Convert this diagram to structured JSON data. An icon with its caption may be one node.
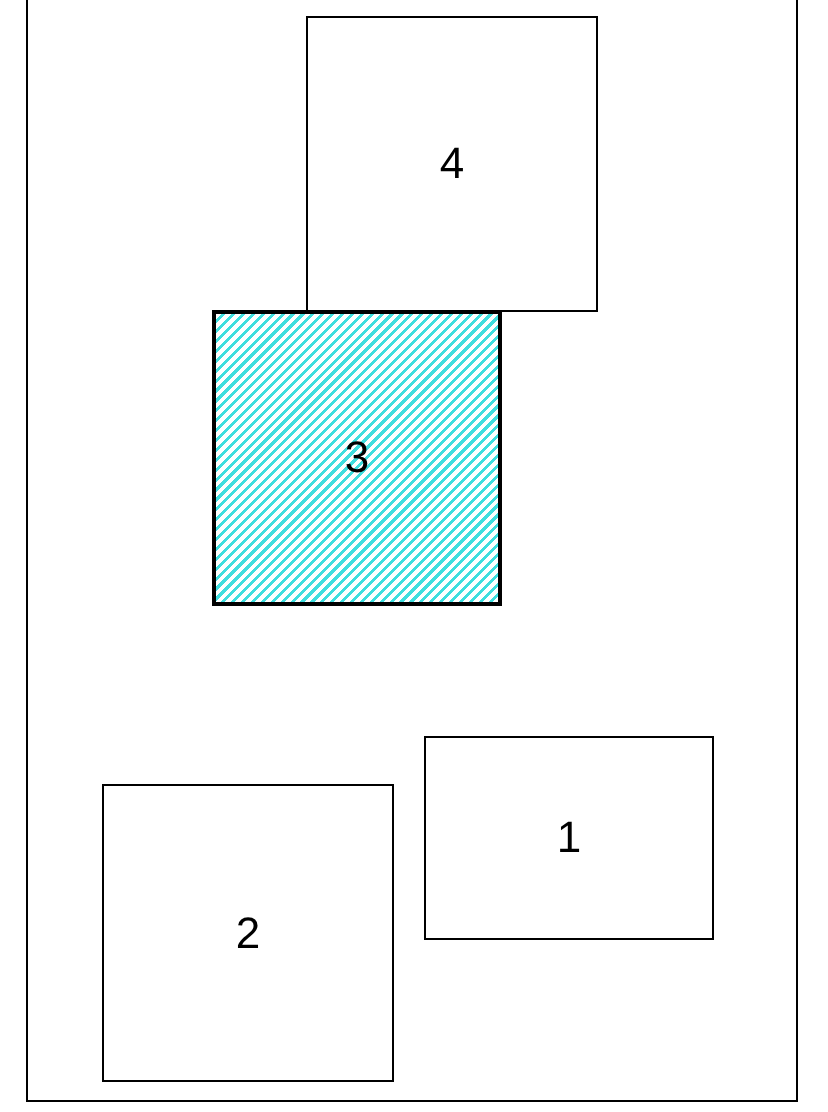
{
  "diagram": {
    "nodes": [
      {
        "text": [
          "4"
        ]
      },
      {
        "text": [
          "3"
        ]
      },
      {
        "text": [
          "1"
        ]
      },
      {
        "text": [
          "2"
        ]
      }
    ],
    "edges": []
  }
}
